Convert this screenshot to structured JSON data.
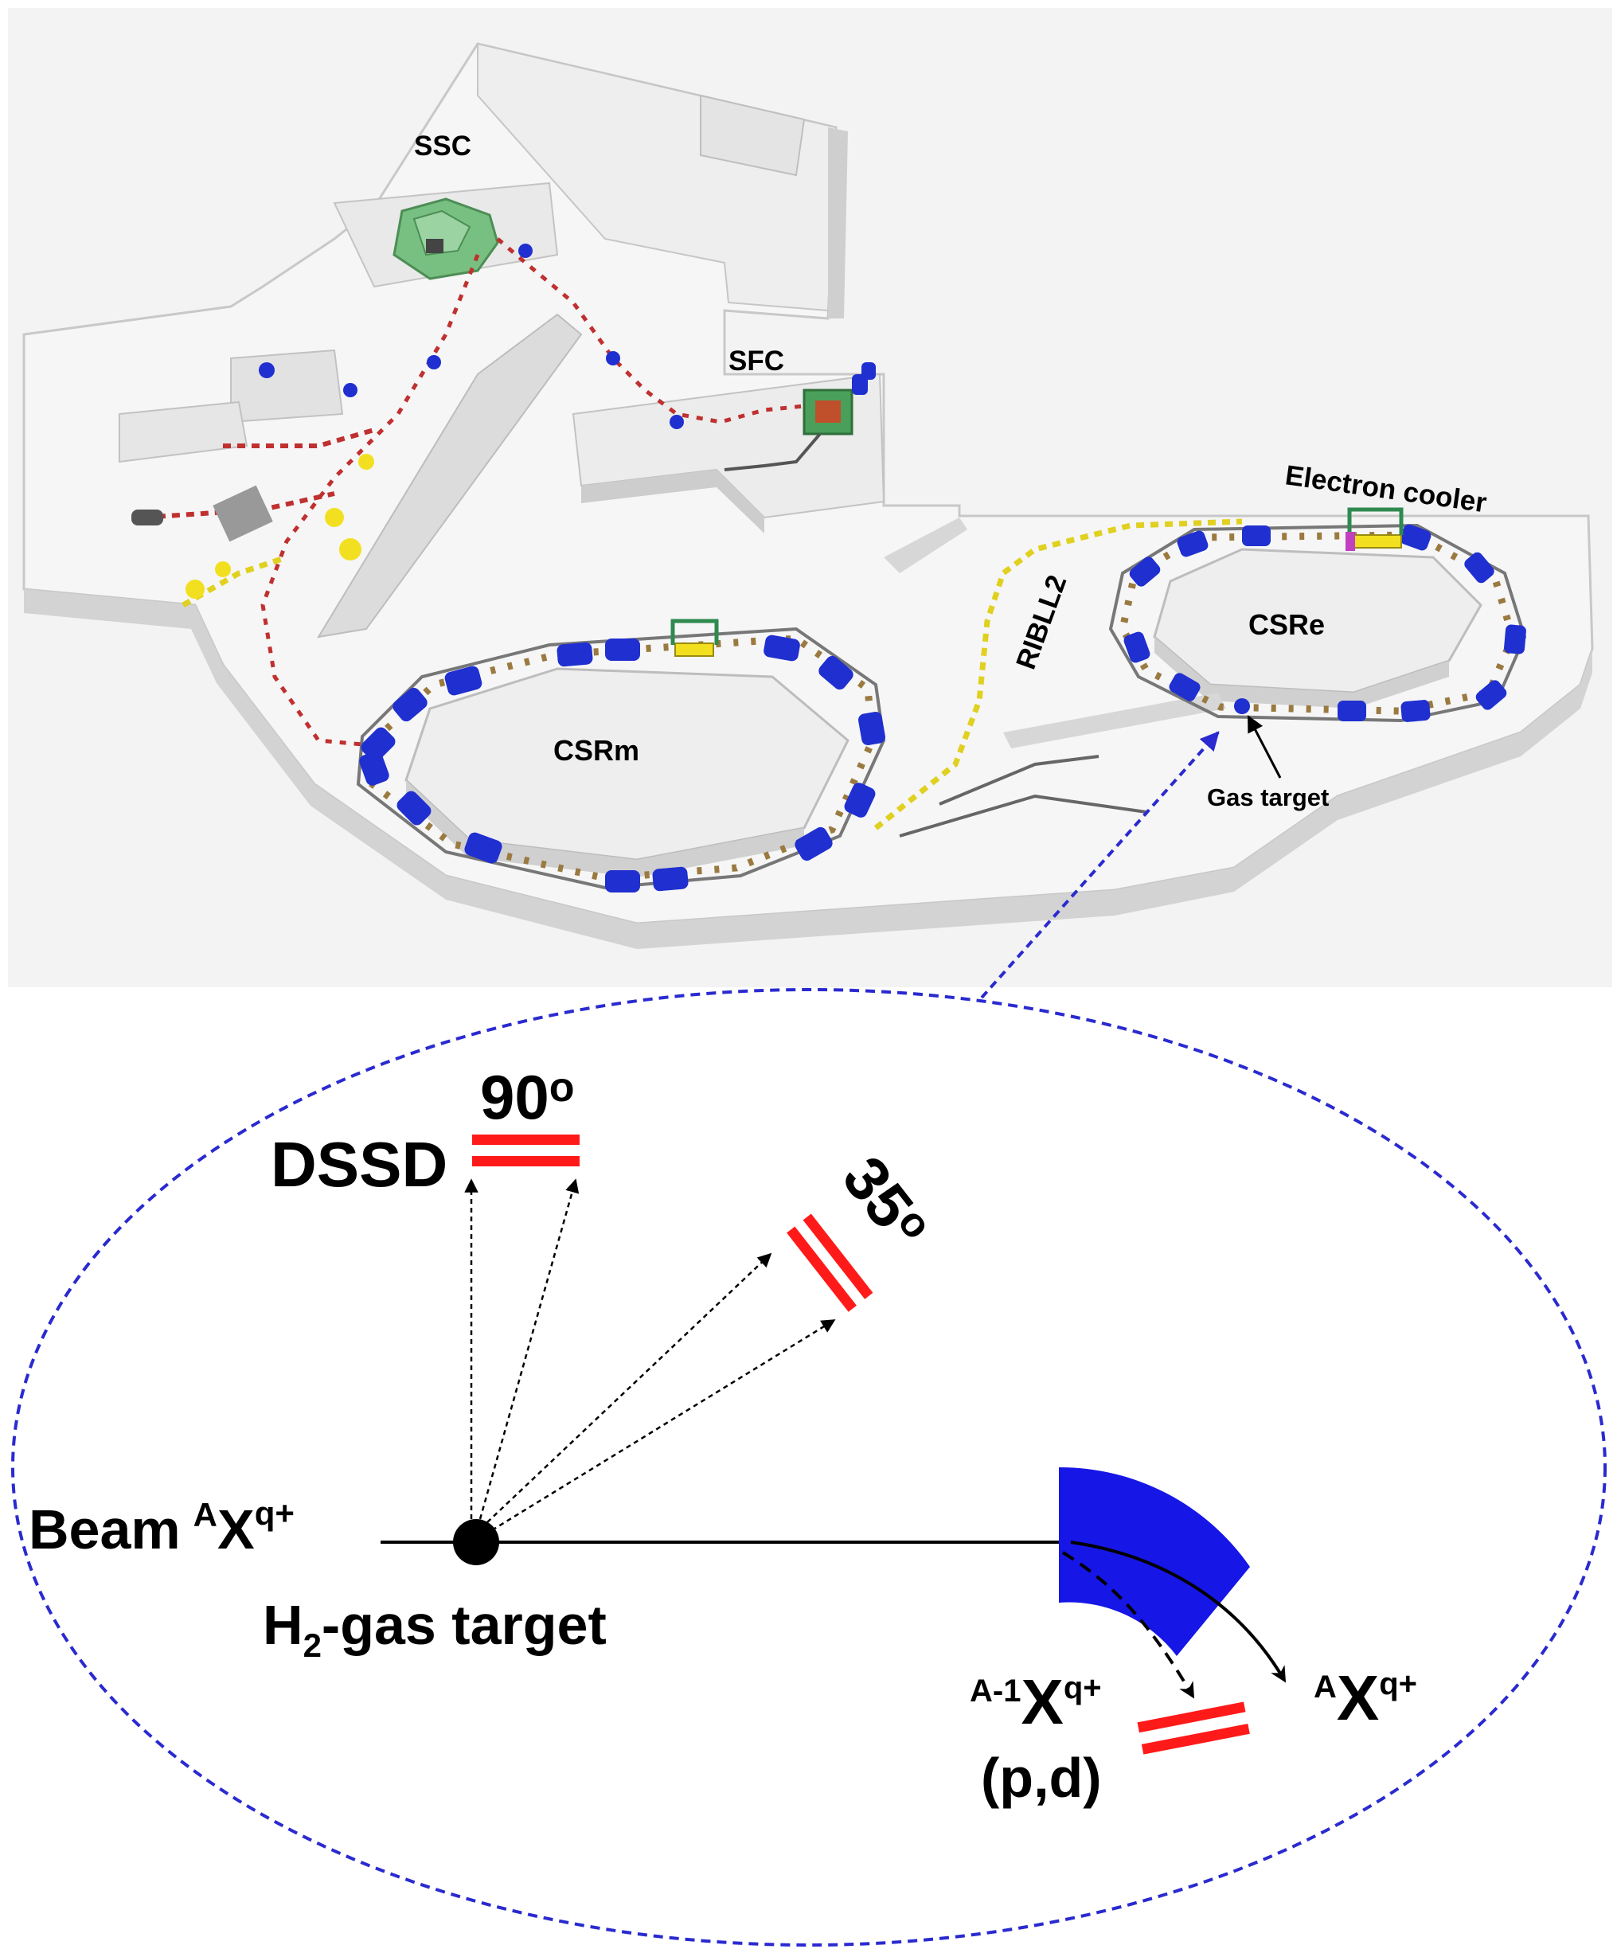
{
  "facility_labels": {
    "ssc": "SSC",
    "sfc": "SFC",
    "electron_cooler": "Electron cooler",
    "csre": "CSRe",
    "csrm": "CSRm",
    "ribll2": "RIBLL2",
    "gas_target": "Gas target"
  },
  "setup_labels": {
    "angle_90": "90",
    "angle_35": "35",
    "degree_mark": "o",
    "dssd": "DSSD",
    "beam_word": "Beam",
    "mass_sup_a": "A",
    "mass_sup_a_minus_1": "A-1",
    "ion_symbol": "X",
    "charge_sup": "q+",
    "h2_prefix": "H",
    "h2_sub": "2",
    "h2_suffix": "-gas target",
    "pd_reaction": "(p,d)"
  },
  "colors": {
    "floor": "#f4f4f4",
    "wall_top": "#ececec",
    "wall_side": "#cfcfcf",
    "dipole": "#1f2fd0",
    "quad": "#d42020",
    "yellow_elem": "#f2e020",
    "olive_elem": "#7a6a30",
    "cyclotron": "#6fb87a",
    "detector": "#ff1a1a",
    "ellipse_outline": "#2a2ad0",
    "magnet": "#1616e6"
  }
}
